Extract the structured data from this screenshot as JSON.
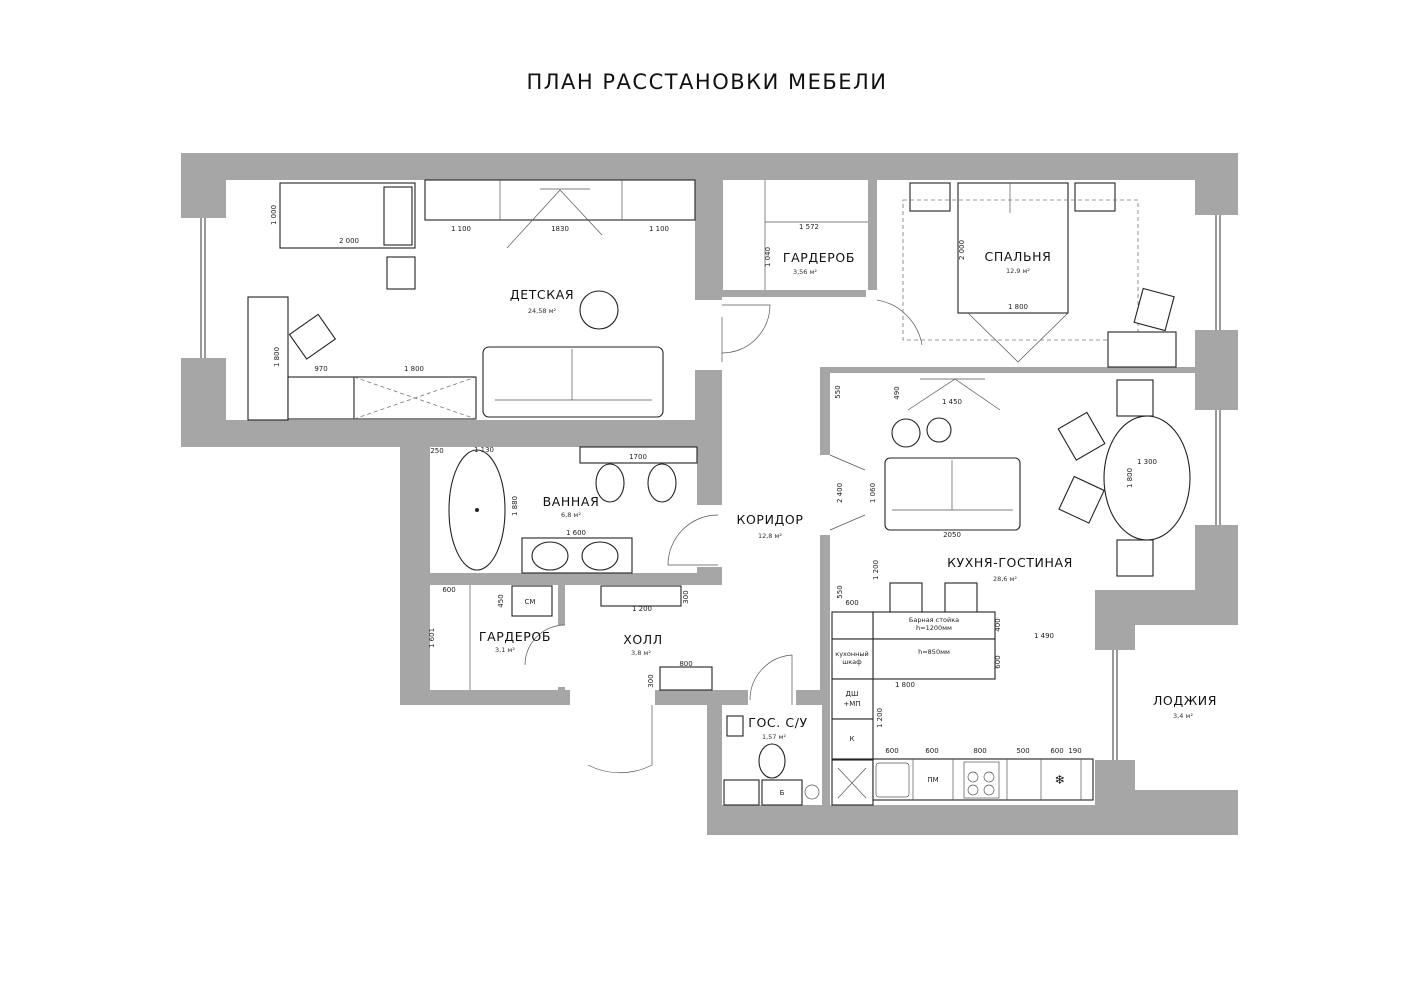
{
  "title": "ПЛАН РАССТАНОВКИ МЕБЕЛИ",
  "rooms": {
    "kids": {
      "name": "ДЕТСКАЯ",
      "area": "24,58 м²"
    },
    "wardrobe1": {
      "name": "ГАРДЕРОБ",
      "area": "3,56 м²"
    },
    "bedroom": {
      "name": "СПАЛЬНЯ",
      "area": "12,9 м²"
    },
    "bathroom": {
      "name": "ВАННАЯ",
      "area": "6,8 м²"
    },
    "corridor": {
      "name": "КОРИДОР",
      "area": "12,8 м²"
    },
    "kitchen": {
      "name": "КУХНЯ-ГОСТИНАЯ",
      "area": "28,6 м²"
    },
    "wardrobe2": {
      "name": "ГАРДЕРОБ",
      "area": "3,1 м²"
    },
    "hall": {
      "name": "ХОЛЛ",
      "area": "3,8 м²"
    },
    "guest_wc": {
      "name": "ГОС. С/У",
      "area": "1,57 м²"
    },
    "loggia": {
      "name": "ЛОДЖИЯ",
      "area": "3,4 м²"
    }
  },
  "labels": {
    "bar": "Барная стойка",
    "bar_h": "h=1200мм",
    "island_h": "h=850мм",
    "cabinet1": "кухонный",
    "cabinet2": "шкаф",
    "dw1": "ДШ",
    "dw2": "+МП",
    "k": "К",
    "pm": "ПМ",
    "b": "Б",
    "sm": "СМ"
  },
  "dims": [
    "1 000",
    "2 000",
    "1 100",
    "1830",
    "1 100",
    "1 800",
    "970",
    "1 800",
    "1 572",
    "1 040",
    "2 000",
    "1 800",
    "490",
    "1 450",
    "550",
    "2 400",
    "1 060",
    "2050",
    "1 300",
    "1 800",
    "250",
    "1 130",
    "1700",
    "1 880",
    "1 600",
    "600",
    "450",
    "1 200",
    "300",
    "1 601",
    "800",
    "300",
    "1 200",
    "550",
    "600",
    "400",
    "600",
    "1 490",
    "1 800",
    "1 200",
    "600",
    "600",
    "800",
    "500",
    "600",
    "190"
  ]
}
